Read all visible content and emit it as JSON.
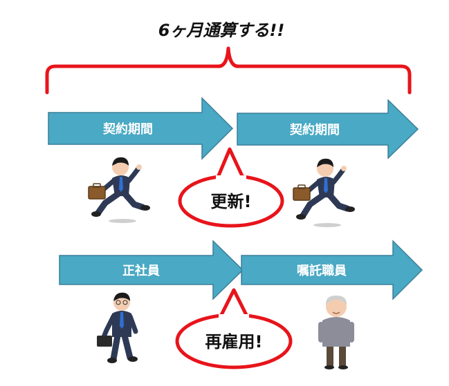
{
  "title": "6ヶ月通算する!!",
  "colors": {
    "arrow_fill": "#4AA9C4",
    "arrow_stroke": "#3B7F99",
    "accent_red": "#E8141B",
    "suit": "#2E3A55",
    "skin": "#F4CDB1"
  },
  "row1": {
    "arrow1_label": "契約期間",
    "arrow2_label": "契約期間",
    "bubble": "更新!"
  },
  "row2": {
    "arrow1_label": "正社員",
    "arrow2_label": "嘱託職員",
    "bubble": "再雇用!"
  }
}
